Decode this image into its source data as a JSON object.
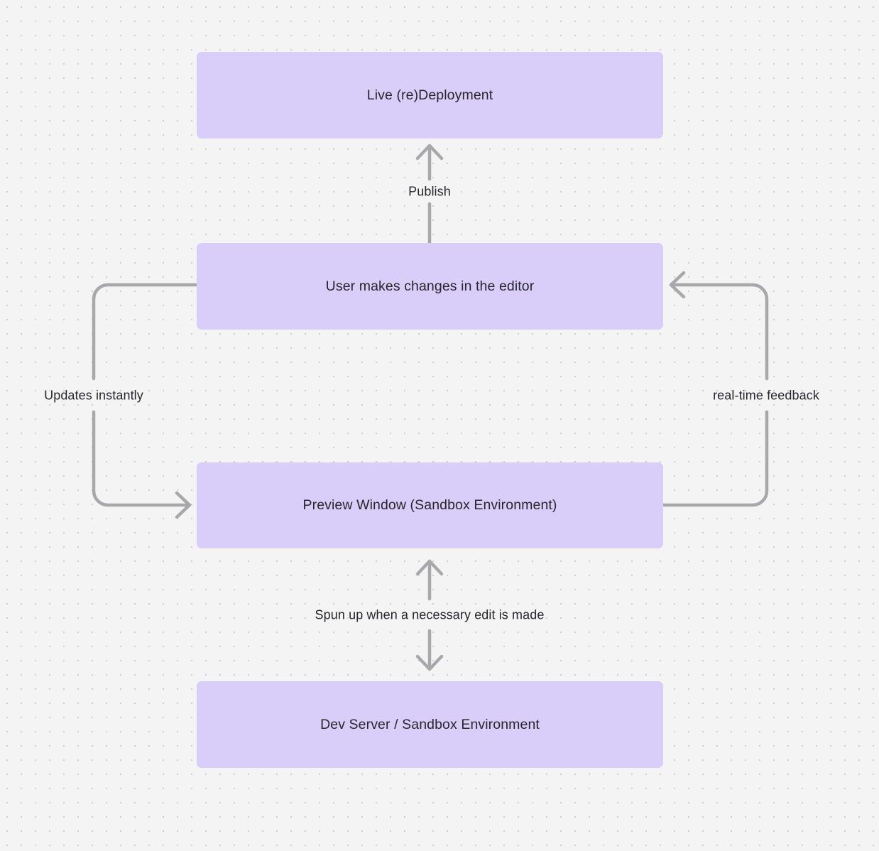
{
  "diagram": {
    "title": "Live redeployment preview loop flowchart",
    "background_color": "#f4f4f5",
    "node_fill_color": "#d9cdfa",
    "node_text_color": "#27272a",
    "edge_color": "#a8a8ab",
    "nodes": [
      {
        "id": "live",
        "label": "Live (re)Deployment"
      },
      {
        "id": "user",
        "label": "User makes changes in the editor"
      },
      {
        "id": "preview",
        "label": "Preview Window (Sandbox Environment)"
      },
      {
        "id": "devserver",
        "label": "Dev Server / Sandbox Environment"
      }
    ],
    "edges": [
      {
        "id": "publish",
        "label": "Publish",
        "from": "user",
        "to": "live",
        "direction": "up"
      },
      {
        "id": "updates",
        "label": "Updates instantly",
        "from": "user",
        "to": "preview",
        "direction": "left-loop"
      },
      {
        "id": "feedback",
        "label": "real-time feedback",
        "from": "preview",
        "to": "user",
        "direction": "right-loop"
      },
      {
        "id": "spun-up",
        "label": "Spun up when a necessary edit is made",
        "from": "preview",
        "to": "devserver",
        "direction": "bidirectional"
      }
    ]
  }
}
